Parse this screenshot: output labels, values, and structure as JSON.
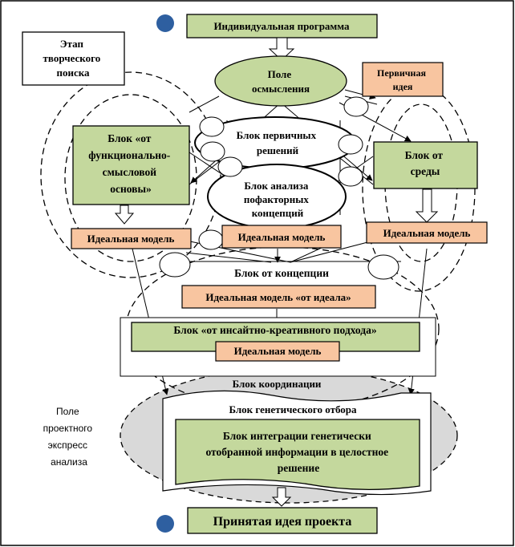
{
  "colors": {
    "green": "#c4d89d",
    "orange": "#f8c5a0",
    "blue_dot": "#2e5fa0",
    "gray_ellipse": "#d9d9d9",
    "line": "#000000"
  },
  "nodes": {
    "individual_program": "Индивидуальная программа",
    "creative_search": [
      "Этап",
      "творческого",
      "поиска"
    ],
    "field_of_meaning": [
      "Поле",
      "осмысления"
    ],
    "primary_idea": [
      "Первичная",
      "идея"
    ],
    "primary_solutions": [
      "Блок первичных",
      "решений"
    ],
    "functional_block": [
      "Блок «от",
      "функционально-",
      "смысловой",
      "основы»"
    ],
    "environment_block": [
      "Блок от",
      "среды"
    ],
    "factor_concepts": [
      "Блок анализа",
      "пофакторных",
      "концепций"
    ],
    "ideal_model_left": "Идеальная модель",
    "ideal_model_center": "Идеальная модель",
    "ideal_model_right": "Идеальная модель",
    "concept_block": "Блок от концепции",
    "ideal_from_ideal": "Идеальная модель «от идеала»",
    "insight_block": "Блок «от инсайтно-креативного подхода»",
    "ideal_model_insight": "Идеальная модель",
    "coordination_block": "Блок координации",
    "genetic_selection": "Блок генетического отбора",
    "integration_block": [
      "Блок интеграции генетически",
      "отобранной информации в целостное",
      "решение"
    ],
    "express_field": [
      "Поле",
      "проектного",
      "экспресс",
      "анализа"
    ],
    "accepted_idea": "Принятая идея проекта"
  }
}
